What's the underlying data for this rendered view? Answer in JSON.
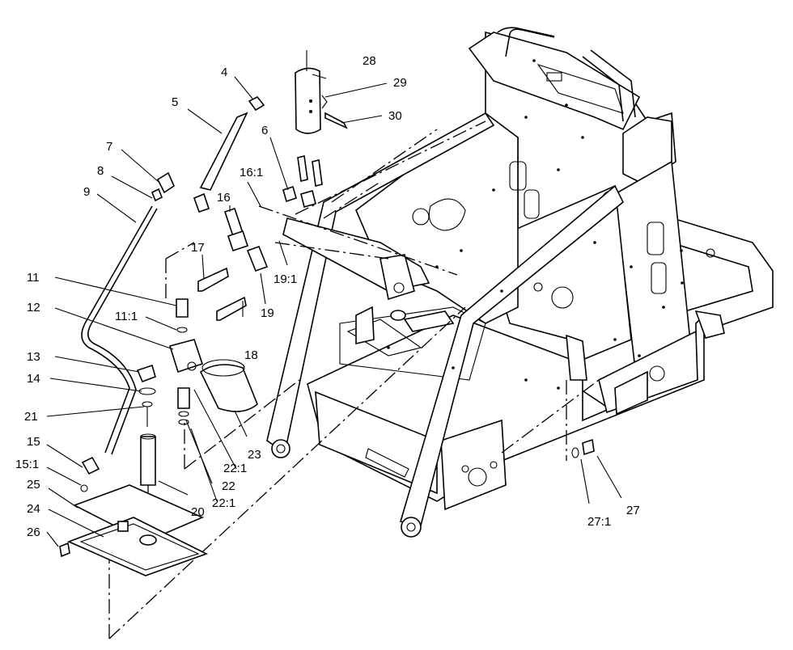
{
  "callouts": [
    {
      "id": "c4",
      "text": "4"
    },
    {
      "id": "c5",
      "text": "5"
    },
    {
      "id": "c6",
      "text": "6"
    },
    {
      "id": "c7",
      "text": "7"
    },
    {
      "id": "c8",
      "text": "8"
    },
    {
      "id": "c9",
      "text": "9"
    },
    {
      "id": "c11",
      "text": "11"
    },
    {
      "id": "c11_1",
      "text": "11:1"
    },
    {
      "id": "c12",
      "text": "12"
    },
    {
      "id": "c13",
      "text": "13"
    },
    {
      "id": "c14",
      "text": "14"
    },
    {
      "id": "c15",
      "text": "15"
    },
    {
      "id": "c15_1",
      "text": "15:1"
    },
    {
      "id": "c16",
      "text": "16"
    },
    {
      "id": "c16_1",
      "text": "16:1"
    },
    {
      "id": "c17",
      "text": "17"
    },
    {
      "id": "c18",
      "text": "18"
    },
    {
      "id": "c19",
      "text": "19"
    },
    {
      "id": "c19_1",
      "text": "19:1"
    },
    {
      "id": "c20",
      "text": "20"
    },
    {
      "id": "c21",
      "text": "21"
    },
    {
      "id": "c22",
      "text": "22"
    },
    {
      "id": "c22_1a",
      "text": "22:1"
    },
    {
      "id": "c22_1b",
      "text": "22:1"
    },
    {
      "id": "c23",
      "text": "23"
    },
    {
      "id": "c24",
      "text": "24"
    },
    {
      "id": "c25",
      "text": "25"
    },
    {
      "id": "c26",
      "text": "26"
    },
    {
      "id": "c27",
      "text": "27"
    },
    {
      "id": "c27_1",
      "text": "27:1"
    },
    {
      "id": "c28",
      "text": "28"
    },
    {
      "id": "c29",
      "text": "29"
    },
    {
      "id": "c30",
      "text": "30"
    }
  ]
}
